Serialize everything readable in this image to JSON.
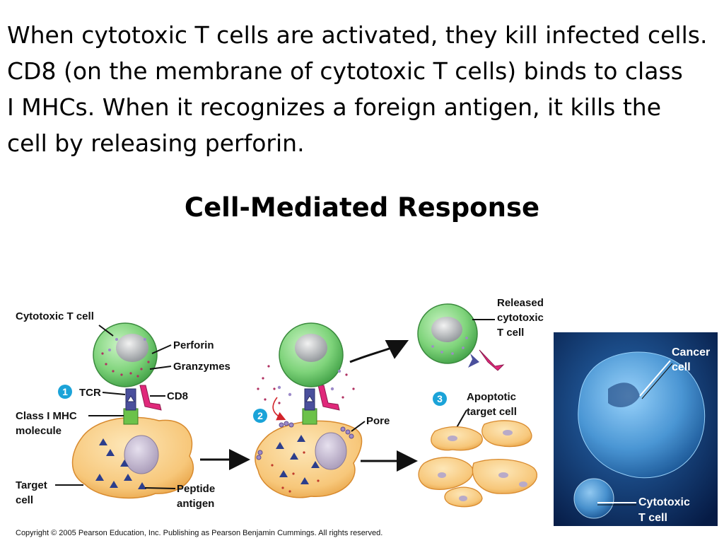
{
  "intro": {
    "lines": [
      "When cytotoxic T cells are activated, they kill infected cells.",
      "CD8 (on the membrane of cytotoxic T cells) binds to class",
      "I MHCs.  When it recognizes a foreign antigen, it kills the",
      "cell by releasing perforin."
    ]
  },
  "title": "Cell-Mediated Response",
  "diagram": {
    "labels": {
      "cytotoxic_t_cell": "Cytotoxic T cell",
      "perforin": "Perforin",
      "granzymes": "Granzymes",
      "tcr": "TCR",
      "cd8": "CD8",
      "class_i_mhc_line1": "Class I MHC",
      "class_i_mhc_line2": "molecule",
      "target_cell_line1": "Target",
      "target_cell_line2": "cell",
      "peptide_antigen_line1": "Peptide",
      "peptide_antigen_line2": "antigen",
      "pore": "Pore",
      "released_line1": "Released",
      "released_line2": "cytotoxic",
      "released_line3": "T cell",
      "apoptotic_line1": "Apoptotic",
      "apoptotic_line2": "target cell"
    },
    "steps": [
      "1",
      "2",
      "3"
    ],
    "photo": {
      "cancer_line1": "Cancer",
      "cancer_line2": "cell",
      "cytotoxic_line1": "Cytotoxic",
      "cytotoxic_line2": "T cell"
    }
  },
  "copyright": "Copyright © 2005 Pearson Education, Inc. Publishing as Pearson Benjamin Cummings. All rights reserved.",
  "colors": {
    "t_cell": "#7ed37a",
    "target_cell": "#f7c77a",
    "step_badge": "#1ba3d8",
    "photo_bg": "#0d2f6b"
  }
}
